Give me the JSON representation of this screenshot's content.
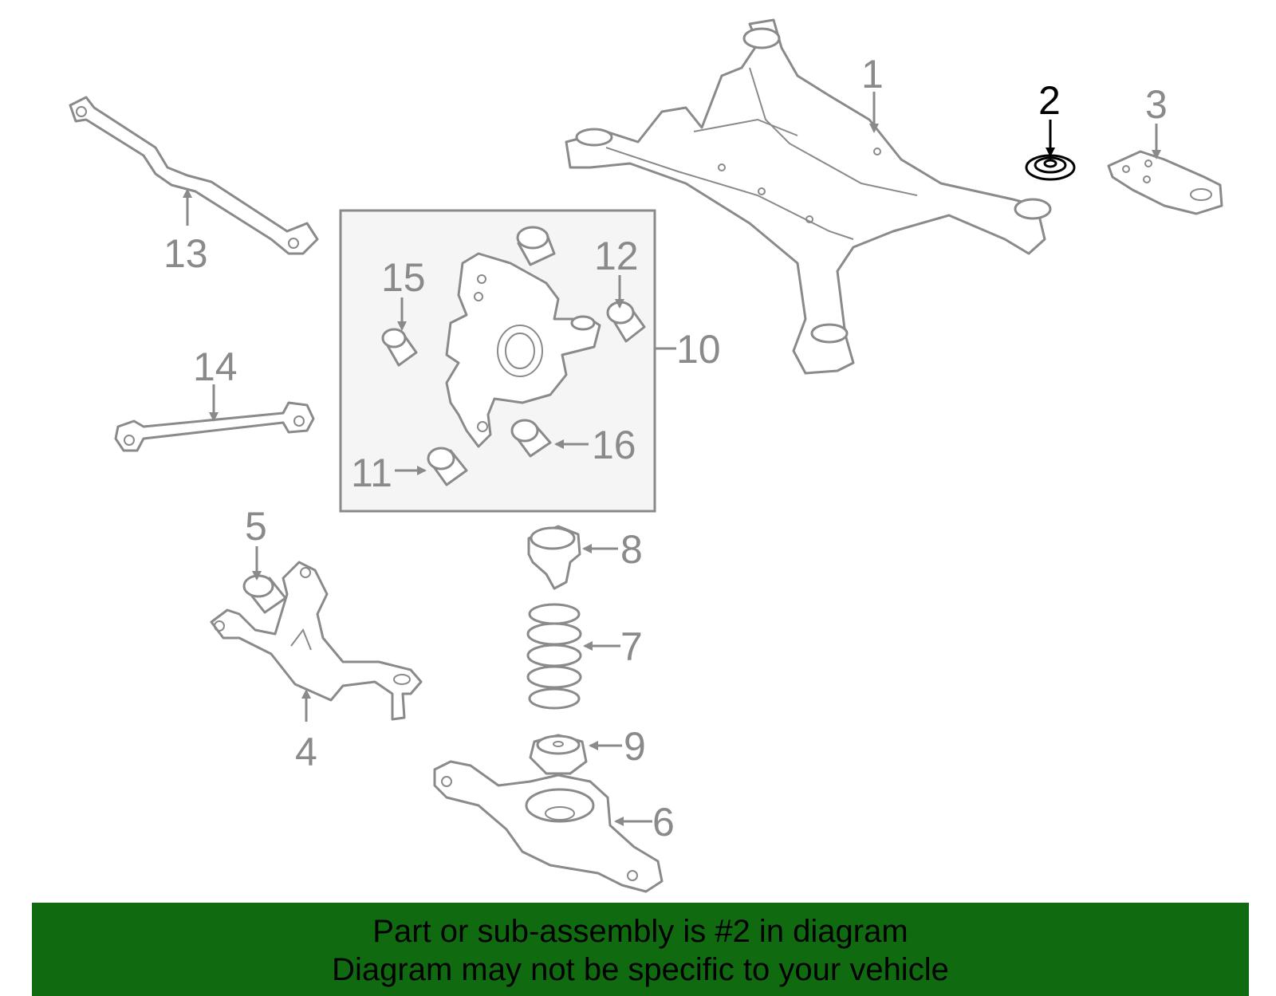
{
  "callouts": {
    "c1": "1",
    "c2": "2",
    "c3": "3",
    "c4": "4",
    "c5": "5",
    "c6": "6",
    "c7": "7",
    "c8": "8",
    "c9": "9",
    "c10": "10",
    "c11": "11",
    "c12": "12",
    "c13": "13",
    "c14": "14",
    "c15": "15",
    "c16": "16"
  },
  "highlighted_part": "2",
  "banner": {
    "line1": "Part or sub-assembly is #2 in diagram",
    "line2": "Diagram may not be specific to your vehicle",
    "background": "#106b10"
  },
  "colors": {
    "line_art": "#8a8a8a",
    "highlight": "#000000",
    "box_fill": "#f5f5f5"
  }
}
